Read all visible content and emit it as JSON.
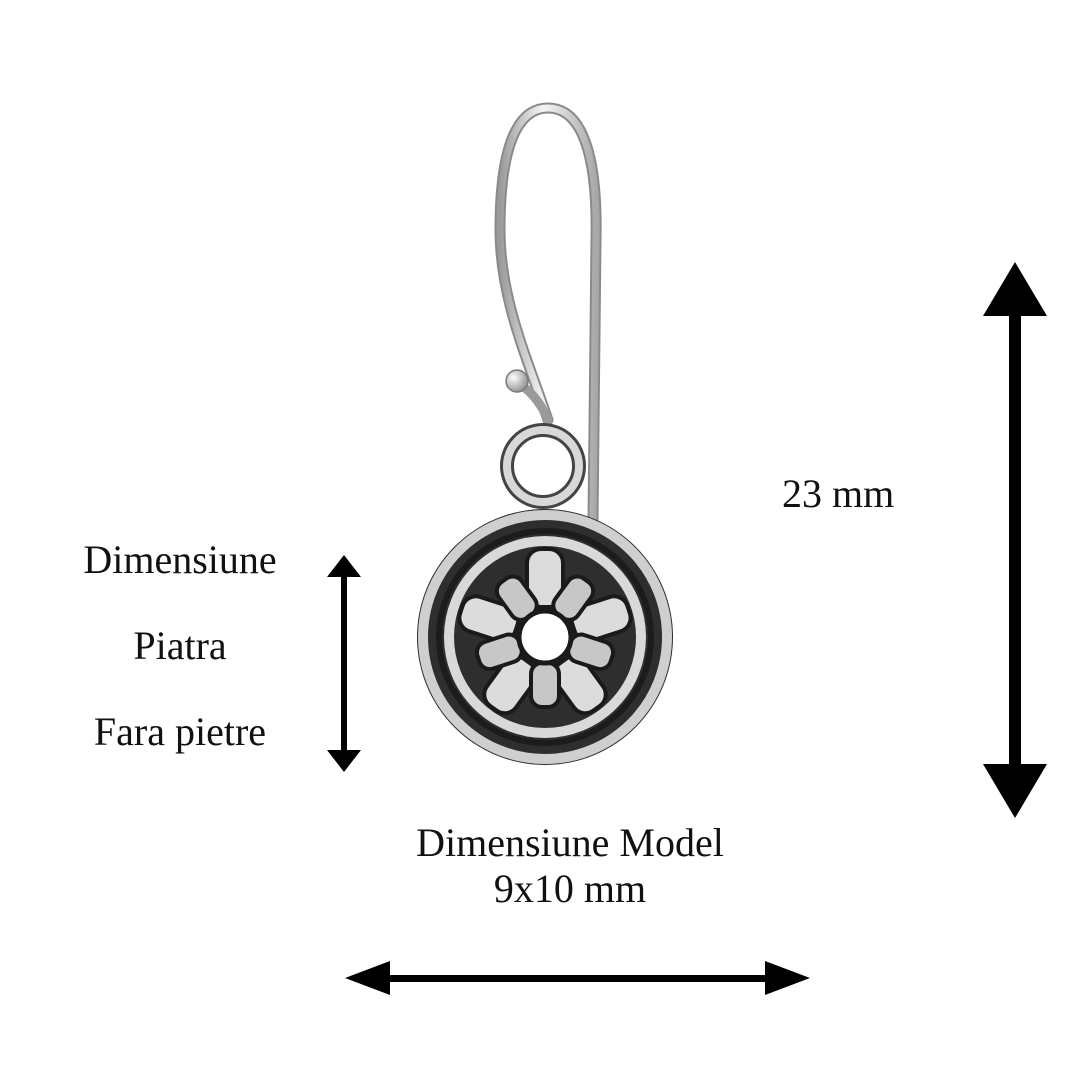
{
  "stone": {
    "title": "Dimensiune",
    "subtitle": "Piatra",
    "value": "Fara pietre"
  },
  "height": {
    "label": "23 mm"
  },
  "model": {
    "title": "Dimensiune Model",
    "value": "9x10 mm"
  },
  "colors": {
    "text": "#111111",
    "arrow": "#000000",
    "silver_light": "#e8e8e8",
    "silver_mid": "#b5b5b5",
    "silver_dark": "#3a3a3a"
  },
  "icons": {
    "product": "celtic-knot-earring-icon",
    "height_arrow": "double-arrow-vertical-icon",
    "stone_arrow": "double-arrow-vertical-icon",
    "width_arrow": "double-arrow-horizontal-icon"
  }
}
